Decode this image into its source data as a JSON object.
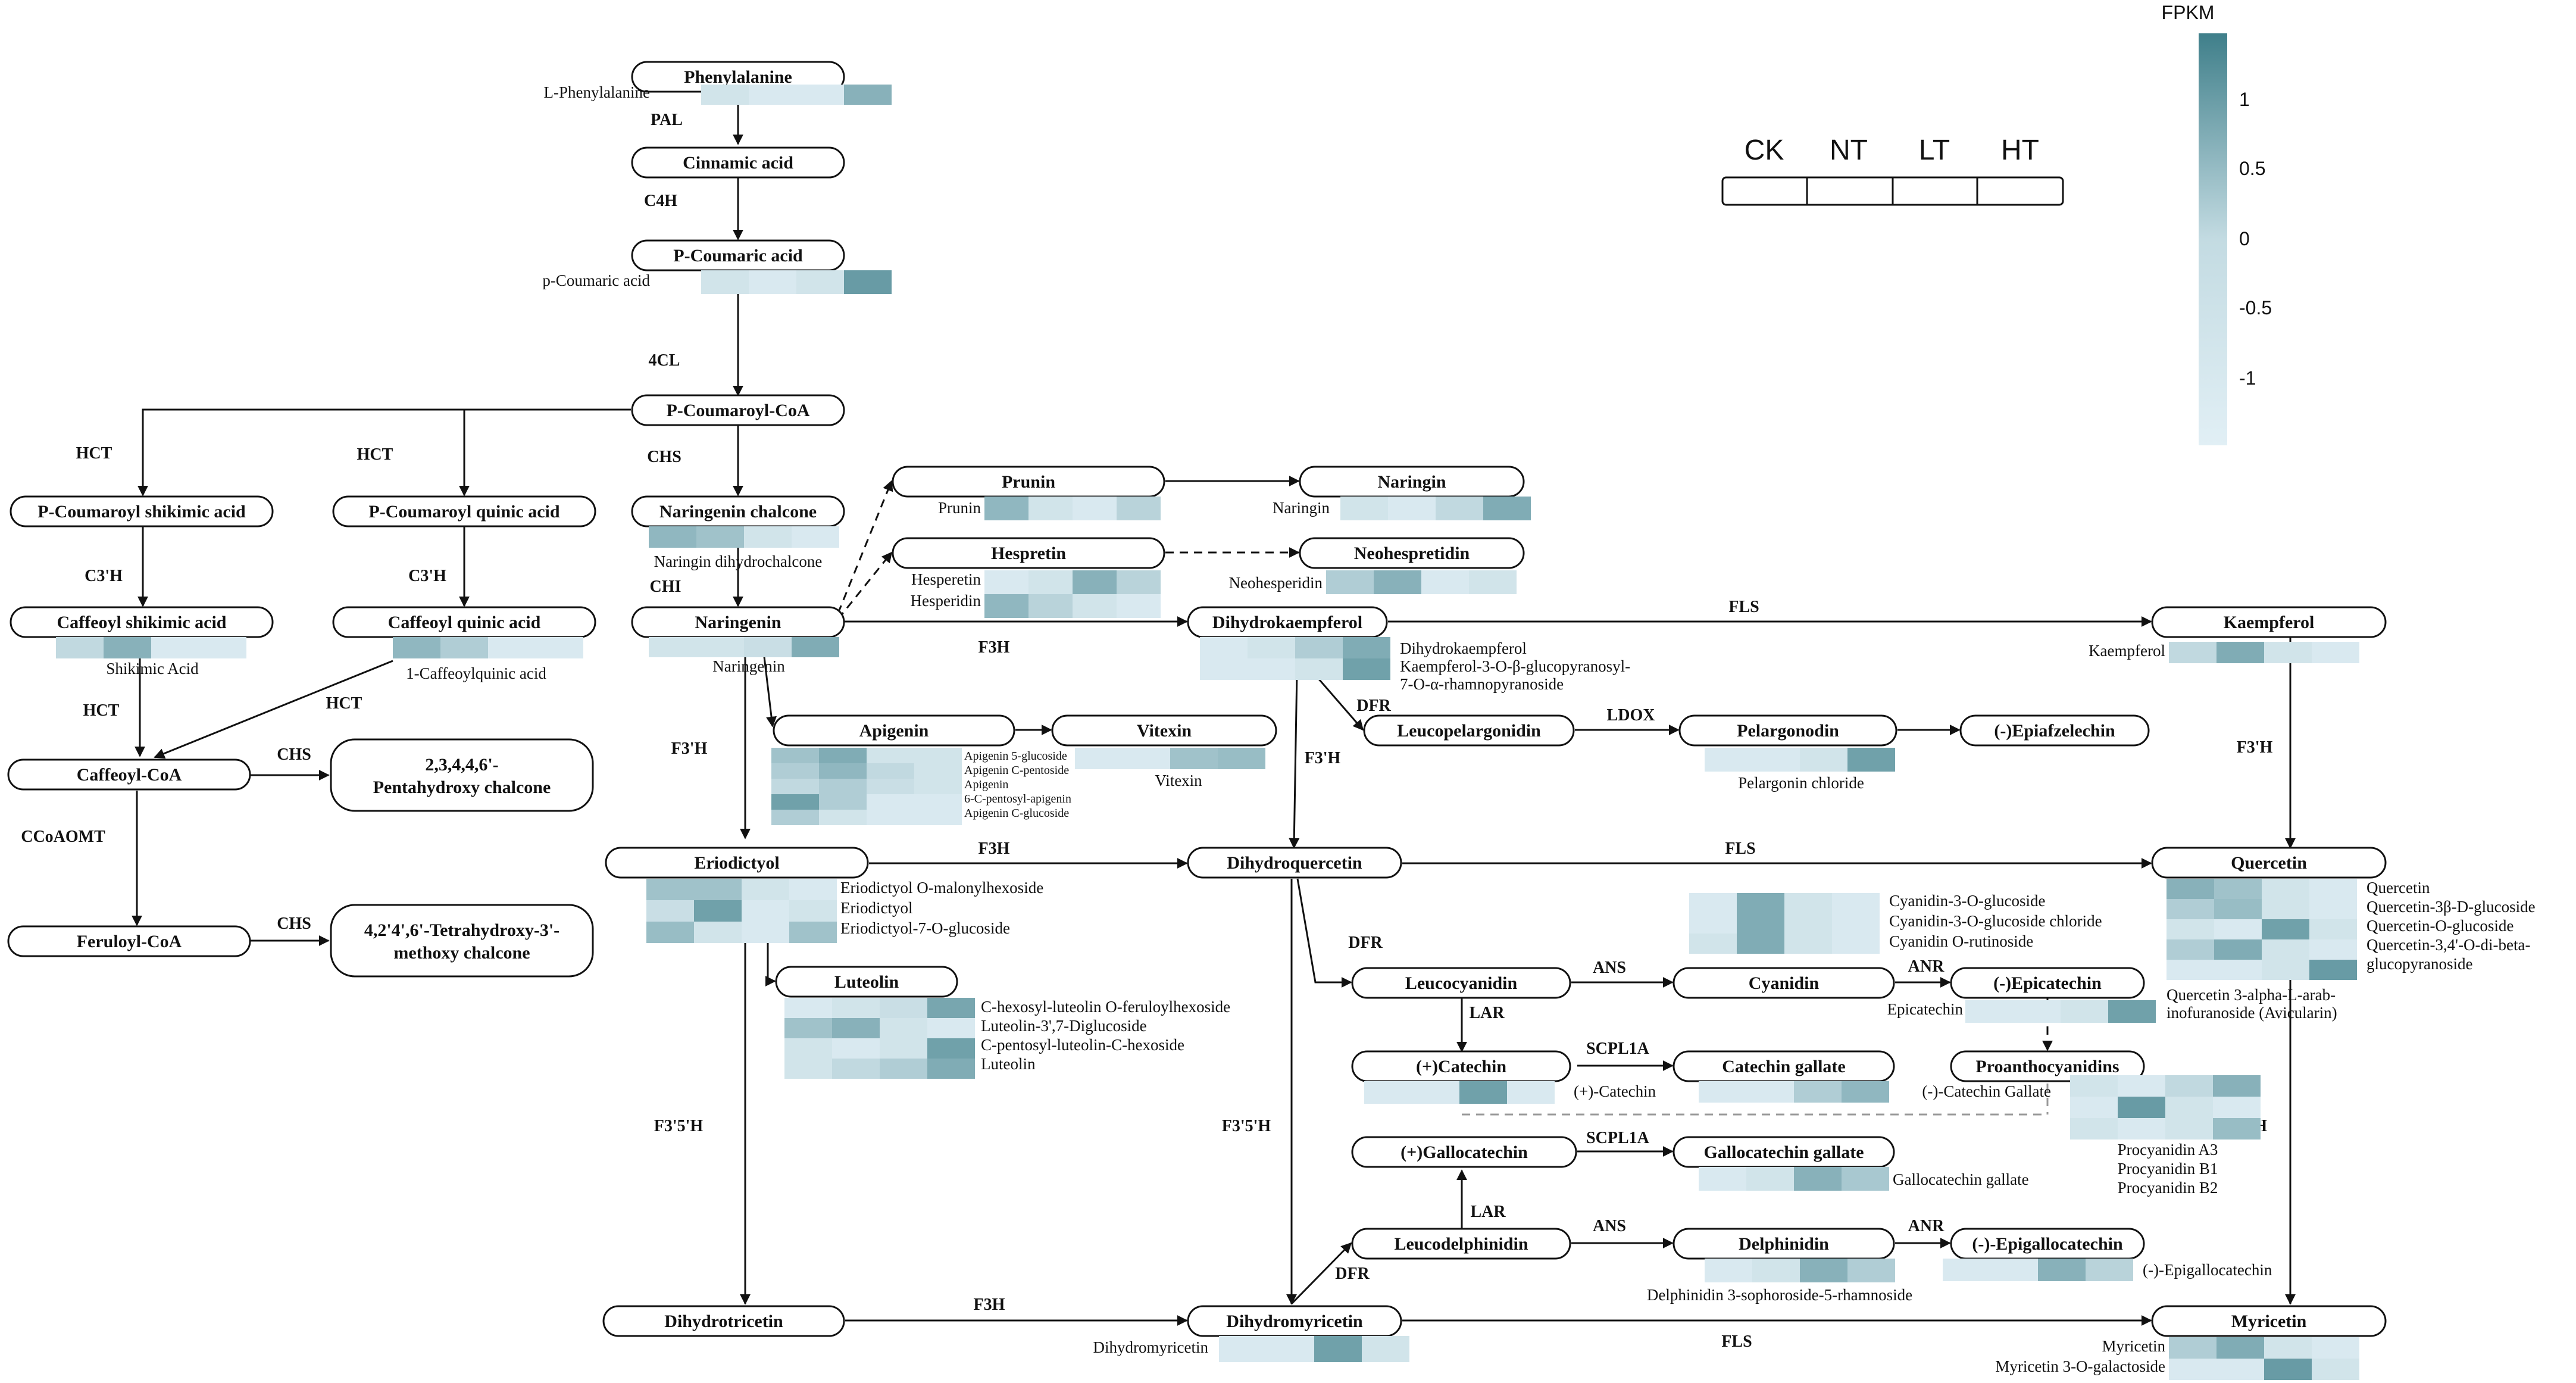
{
  "legend": {
    "groups": [
      "CK",
      "NT",
      "LT",
      "HT"
    ],
    "scale_title": "FPKM",
    "scale_ticks": [
      "1",
      "0.5",
      "0",
      "-0.5",
      "-1"
    ],
    "color_high": "#3f7f8a",
    "color_low": "#e1eff5"
  },
  "nodes": [
    {
      "id": "phenylalanine",
      "label": "Phenylalanine"
    },
    {
      "id": "cinnamic",
      "label": "Cinnamic acid"
    },
    {
      "id": "pcoumaric",
      "label": "P-Coumaric acid"
    },
    {
      "id": "pcoumaroylcoa",
      "label": "P-Coumaroyl-CoA"
    },
    {
      "id": "pcshikimic",
      "label": "P-Coumaroyl shikimic acid"
    },
    {
      "id": "pcquinic",
      "label": "P-Coumaroyl quinic acid"
    },
    {
      "id": "naringchalcone",
      "label": "Naringenin chalcone"
    },
    {
      "id": "caffshikimic",
      "label": "Caffeoyl shikimic acid"
    },
    {
      "id": "caffquinic",
      "label": "Caffeoyl quinic acid"
    },
    {
      "id": "naringenin",
      "label": "Naringenin"
    },
    {
      "id": "caffcoa",
      "label": "Caffeoyl-CoA"
    },
    {
      "id": "pentahydroxy",
      "label": "2,3,4,4,6'-",
      "label2": "Pentahydroxy chalcone"
    },
    {
      "id": "feruloylcoa",
      "label": "Feruloyl-CoA"
    },
    {
      "id": "tetrahydroxy",
      "label": "4,2'4',6'-Tetrahydroxy-3'-",
      "label2": "methoxy chalcone"
    },
    {
      "id": "prunin",
      "label": "Prunin"
    },
    {
      "id": "naringin",
      "label": "Naringin"
    },
    {
      "id": "hespretin",
      "label": "Hespretin"
    },
    {
      "id": "neohespretidin",
      "label": "Neohespretidin"
    },
    {
      "id": "dihydrokaempferol",
      "label": "Dihydrokaempferol"
    },
    {
      "id": "kaempferol",
      "label": "Kaempferol"
    },
    {
      "id": "apigenin",
      "label": "Apigenin"
    },
    {
      "id": "vitexin",
      "label": "Vitexin"
    },
    {
      "id": "leucopelargonidin",
      "label": "Leucopelargonidin"
    },
    {
      "id": "pelargonodin",
      "label": "Pelargonodin"
    },
    {
      "id": "epiafzelechin",
      "label": "(-)Epiafzelechin"
    },
    {
      "id": "eriodictyol",
      "label": "Eriodictyol"
    },
    {
      "id": "dihydroquercetin",
      "label": "Dihydroquercetin"
    },
    {
      "id": "quercetin",
      "label": "Quercetin"
    },
    {
      "id": "luteolin",
      "label": "Luteolin"
    },
    {
      "id": "leucocyanidin",
      "label": "Leucocyanidin"
    },
    {
      "id": "cyanidin",
      "label": "Cyanidin"
    },
    {
      "id": "epicatechin",
      "label": "(-)Epicatechin"
    },
    {
      "id": "catechin",
      "label": "(+)Catechin"
    },
    {
      "id": "catechingallate",
      "label": "Catechin gallate"
    },
    {
      "id": "proanthocyanidins",
      "label": "Proanthocyanidins"
    },
    {
      "id": "gallocatechin",
      "label": "(+)Gallocatechin"
    },
    {
      "id": "gallocatechingallate",
      "label": "Gallocatechin gallate"
    },
    {
      "id": "leucodelphinidin",
      "label": "Leucodelphinidin"
    },
    {
      "id": "delphinidin",
      "label": "Delphinidin"
    },
    {
      "id": "epigallocatechin",
      "label": "(-)-Epigallocatechin"
    },
    {
      "id": "dihydrotricetin",
      "label": "Dihydrotricetin"
    },
    {
      "id": "dihydromyricetin",
      "label": "Dihydromyricetin"
    },
    {
      "id": "myricetin",
      "label": "Myricetin"
    }
  ],
  "enzymes": [
    {
      "id": "pal",
      "label": "PAL"
    },
    {
      "id": "c4h",
      "label": "C4H"
    },
    {
      "id": "4cl",
      "label": "4CL"
    },
    {
      "id": "hct1",
      "label": "HCT"
    },
    {
      "id": "hct2",
      "label": "HCT"
    },
    {
      "id": "chs1",
      "label": "CHS"
    },
    {
      "id": "c3h1",
      "label": "C3'H"
    },
    {
      "id": "c3h2",
      "label": "C3'H"
    },
    {
      "id": "chi",
      "label": "CHI"
    },
    {
      "id": "hct3",
      "label": "HCT"
    },
    {
      "id": "hct4",
      "label": "HCT"
    },
    {
      "id": "chs2",
      "label": "CHS"
    },
    {
      "id": "ccoaomt",
      "label": "CCoAOMT"
    },
    {
      "id": "chs3",
      "label": "CHS"
    },
    {
      "id": "f3h1",
      "label": "F3H"
    },
    {
      "id": "fls1",
      "label": "FLS"
    },
    {
      "id": "dfr1",
      "label": "DFR"
    },
    {
      "id": "ldox",
      "label": "LDOX"
    },
    {
      "id": "f3h2",
      "label": "F3'H"
    },
    {
      "id": "f3h3",
      "label": "F3'H"
    },
    {
      "id": "f3h4",
      "label": "F3'H"
    },
    {
      "id": "f3h5",
      "label": "F3H"
    },
    {
      "id": "fls2",
      "label": "FLS"
    },
    {
      "id": "dfr2",
      "label": "DFR"
    },
    {
      "id": "ans1",
      "label": "ANS"
    },
    {
      "id": "anr1",
      "label": "ANR"
    },
    {
      "id": "lar1",
      "label": "LAR"
    },
    {
      "id": "scplia1",
      "label": "SCPL1A"
    },
    {
      "id": "f35h1",
      "label": "F3'5'H"
    },
    {
      "id": "f35h2",
      "label": "F3'5'H"
    },
    {
      "id": "f35h3",
      "label": "F3'5'H"
    },
    {
      "id": "scplia2",
      "label": "SCPL1A"
    },
    {
      "id": "lar2",
      "label": "LAR"
    },
    {
      "id": "ans2",
      "label": "ANS"
    },
    {
      "id": "anr2",
      "label": "ANR"
    },
    {
      "id": "dfr3",
      "label": "DFR"
    },
    {
      "id": "f3h6",
      "label": "F3H"
    },
    {
      "id": "fls3",
      "label": "FLS"
    }
  ],
  "heatmaps": [
    {
      "id": "hm-phe",
      "labels": [
        "L-Phenylalanine"
      ],
      "rows": [
        [
          0.1,
          0.05,
          0.05,
          0.55
        ]
      ]
    },
    {
      "id": "hm-pcou",
      "labels": [
        "p-Coumaric acid"
      ],
      "rows": [
        [
          0.1,
          0.05,
          0.1,
          0.75
        ]
      ]
    },
    {
      "id": "hm-ncha",
      "labels": [
        "Naringin dihydrochalcone"
      ],
      "rows": [
        [
          0.5,
          0.4,
          0.1,
          0.05
        ]
      ]
    },
    {
      "id": "hm-shik",
      "labels": [
        "Shikimic Acid"
      ],
      "rows": [
        [
          0.2,
          0.55,
          0.05,
          0.05
        ]
      ]
    },
    {
      "id": "hm-cqa",
      "labels": [
        "1-Caffeoylquinic acid"
      ],
      "rows": [
        [
          0.5,
          0.3,
          0.05,
          0.05
        ]
      ]
    },
    {
      "id": "hm-nar",
      "labels": [
        "Naringenin"
      ],
      "rows": [
        [
          0.1,
          0.1,
          0.15,
          0.6
        ]
      ]
    },
    {
      "id": "hm-prunin",
      "labels": [
        "Prunin"
      ],
      "rows": [
        [
          0.5,
          0.1,
          0.05,
          0.25
        ]
      ]
    },
    {
      "id": "hm-naringin",
      "labels": [
        "Naringin"
      ],
      "rows": [
        [
          0.1,
          0.05,
          0.2,
          0.6
        ]
      ]
    },
    {
      "id": "hm-hesp",
      "labels": [
        "Hesperetin",
        "Hesperidin"
      ],
      "rows": [
        [
          0.05,
          0.1,
          0.55,
          0.25
        ],
        [
          0.5,
          0.25,
          0.1,
          0.05
        ]
      ]
    },
    {
      "id": "hm-neohesp",
      "labels": [
        "Neohesperidin"
      ],
      "rows": [
        [
          0.3,
          0.55,
          0.05,
          0.1
        ]
      ]
    },
    {
      "id": "hm-dhk",
      "labels": [
        "Dihydrokaempferol",
        "Kaempferol-3-O-β-glucopyranosyl-",
        "7-O-α-rhamnopyranoside"
      ],
      "rows": [
        [
          0.05,
          0.1,
          0.3,
          0.6
        ],
        [
          0.05,
          0.05,
          0.1,
          0.7
        ]
      ]
    },
    {
      "id": "hm-kaem",
      "labels": [
        "Kaempferol"
      ],
      "rows": [
        [
          0.2,
          0.6,
          0.1,
          0.05
        ]
      ]
    },
    {
      "id": "hm-api",
      "labels": [
        "Apigenin 5-glucoside",
        "Apigenin C-pentoside",
        "Apigenin",
        "6-C-pentosyl-apigenin",
        "Apigenin C-glucoside"
      ],
      "rows": [
        [
          0.4,
          0.6,
          0.1,
          0.1
        ],
        [
          0.3,
          0.5,
          0.2,
          0.1
        ],
        [
          0.2,
          0.3,
          0.15,
          0.1
        ],
        [
          0.7,
          0.3,
          0.05,
          0.05
        ],
        [
          0.3,
          0.1,
          0.05,
          0.05
        ]
      ]
    },
    {
      "id": "hm-vit",
      "labels": [
        "Vitexin"
      ],
      "rows": [
        [
          0.05,
          0.05,
          0.4,
          0.45
        ]
      ]
    },
    {
      "id": "hm-pel",
      "labels": [
        "Pelargonin chloride"
      ],
      "rows": [
        [
          0.05,
          0.05,
          0.1,
          0.7
        ]
      ]
    },
    {
      "id": "hm-erio",
      "labels": [
        "Eriodictyol O-malonylhexoside",
        "Eriodictyol",
        "Eriodictyol-7-O-glucoside"
      ],
      "rows": [
        [
          0.4,
          0.4,
          0.1,
          0.05
        ],
        [
          0.15,
          0.7,
          0.05,
          0.1
        ],
        [
          0.45,
          0.1,
          0.05,
          0.4
        ]
      ]
    },
    {
      "id": "hm-lut",
      "labels": [
        "C-hexosyl-luteolin O-feruloylhexoside",
        "Luteolin-3',7-Diglucoside",
        "C-pentosyl-luteolin-C-hexoside",
        "Luteolin"
      ],
      "rows": [
        [
          0.05,
          0.1,
          0.15,
          0.65
        ],
        [
          0.4,
          0.55,
          0.1,
          0.05
        ],
        [
          0.1,
          0.05,
          0.1,
          0.7
        ],
        [
          0.1,
          0.2,
          0.3,
          0.6
        ]
      ]
    },
    {
      "id": "hm-cyan",
      "labels": [
        "Cyanidin-3-O-glucoside",
        "Cyanidin-3-O-glucoside chloride",
        "Cyanidin O-rutinoside"
      ],
      "rows": [
        [
          0.05,
          0.6,
          0.1,
          0.05
        ],
        [
          0.05,
          0.6,
          0.1,
          0.05
        ],
        [
          0.1,
          0.6,
          0.1,
          0.05
        ]
      ]
    },
    {
      "id": "hm-epicat",
      "labels": [
        "Epicatechin"
      ],
      "rows": [
        [
          0.05,
          0.05,
          0.1,
          0.7
        ]
      ]
    },
    {
      "id": "hm-quer",
      "labels": [
        "Quercetin",
        "Quercetin-3β-D-glucoside",
        "Quercetin-O-glucoside",
        "Quercetin-3,4'-O-di-beta-",
        "glucopyranoside"
      ],
      "rows": [
        [
          0.55,
          0.4,
          0.1,
          0.05
        ],
        [
          0.3,
          0.45,
          0.1,
          0.05
        ],
        [
          0.1,
          0.05,
          0.7,
          0.1
        ],
        [
          0.3,
          0.6,
          0.1,
          0.05
        ],
        [
          0.05,
          0.05,
          0.1,
          0.75
        ]
      ]
    },
    {
      "id": "hm-quer-extra",
      "labels": [
        "Quercetin 3-alpha-L-arab-",
        "inofuranoside (Avicularin)"
      ],
      "rows": []
    },
    {
      "id": "hm-cat",
      "labels": [
        "(+)-Catechin"
      ],
      "rows": [
        [
          0.05,
          0.05,
          0.7,
          0.05
        ]
      ]
    },
    {
      "id": "hm-catg",
      "labels": [
        "(-)-Catechin Gallate"
      ],
      "rows": [
        [
          0.05,
          0.05,
          0.3,
          0.5
        ]
      ]
    },
    {
      "id": "hm-proc",
      "labels": [
        "Procyanidin A3",
        "Procyanidin B1",
        "Procyanidin B2"
      ],
      "rows": [
        [
          0.1,
          0.05,
          0.2,
          0.55
        ],
        [
          0.05,
          0.75,
          0.1,
          0.05
        ],
        [
          0.1,
          0.05,
          0.1,
          0.45
        ]
      ]
    },
    {
      "id": "hm-gcg",
      "labels": [
        "Gallocatechin gallate"
      ],
      "rows": [
        [
          0.05,
          0.1,
          0.55,
          0.35
        ]
      ]
    },
    {
      "id": "hm-delph",
      "labels": [
        "Delphinidin 3-sophoroside-5-rhamnoside"
      ],
      "rows": [
        [
          0.05,
          0.1,
          0.55,
          0.3
        ]
      ]
    },
    {
      "id": "hm-egc",
      "labels": [
        "(-)-Epigallocatechin"
      ],
      "rows": [
        [
          0.05,
          0.05,
          0.55,
          0.25
        ]
      ]
    },
    {
      "id": "hm-dhm",
      "labels": [
        "Dihydromyricetin"
      ],
      "rows": [
        [
          0.05,
          0.05,
          0.7,
          0.1
        ]
      ]
    },
    {
      "id": "hm-myr",
      "labels": [
        "Myricetin",
        "Myricetin 3-O-galactoside"
      ],
      "rows": [
        [
          0.3,
          0.6,
          0.1,
          0.05
        ],
        [
          0.05,
          0.05,
          0.75,
          0.1
        ]
      ]
    }
  ]
}
